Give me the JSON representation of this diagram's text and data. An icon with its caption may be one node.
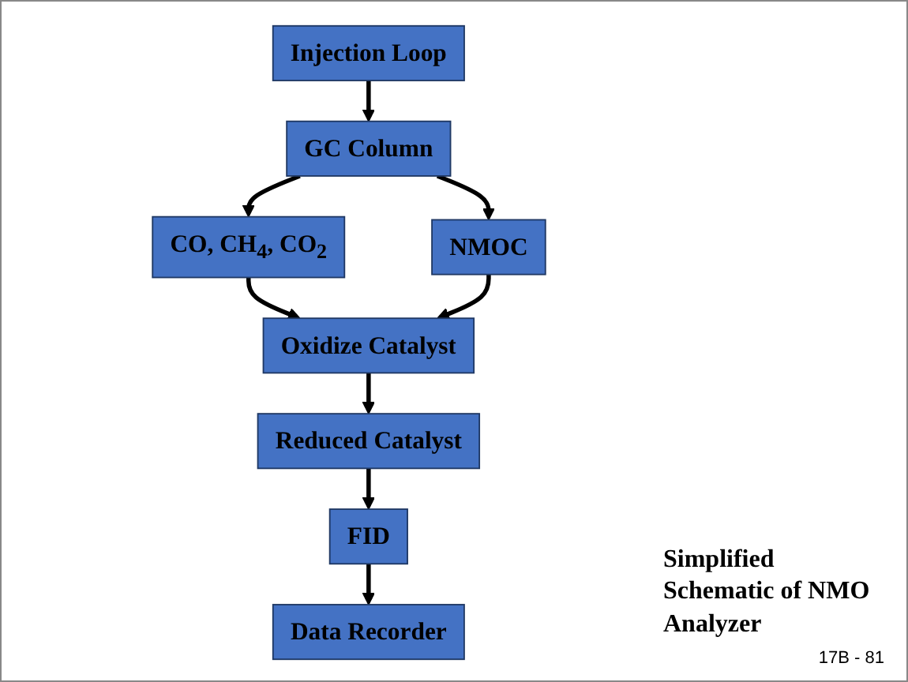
{
  "diagram": {
    "nodes": [
      {
        "text": [
          "Injection Loop"
        ]
      },
      {
        "text": [
          "GC Column"
        ]
      },
      {
        "text": [
          "CO, CH$_{4}$, CO$_{2}$"
        ]
      },
      {
        "text": [
          "NMOC"
        ]
      },
      {
        "text": [
          "Oxidize Catalyst"
        ]
      },
      {
        "text": [
          "Reduced Catalyst"
        ]
      },
      {
        "text": [
          "FID"
        ]
      },
      {
        "text": [
          "Data Recorder"
        ]
      }
    ],
    "edges": [
      {
        "from": 0,
        "to": 1,
        "arrow": "to"
      },
      {
        "from": 1,
        "to": 2,
        "arrow": "to"
      },
      {
        "from": 1,
        "to": 3,
        "arrow": "to"
      },
      {
        "from": 2,
        "to": 4,
        "arrow": "to"
      },
      {
        "from": 3,
        "to": 4,
        "arrow": "to"
      },
      {
        "from": 4,
        "to": 5,
        "arrow": "to"
      },
      {
        "from": 5,
        "to": 6,
        "arrow": "to"
      },
      {
        "from": 6,
        "to": 7,
        "arrow": "to"
      }
    ],
    "labels": [
      "Simplified Schematic of NMO Analyzer",
      "17B - 81"
    ]
  }
}
